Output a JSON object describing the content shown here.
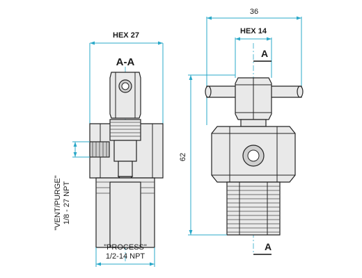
{
  "labels": {
    "hex27": "HEX 27",
    "section": "A-A",
    "vent_line1": "\"VENT/PURGE\"",
    "vent_line2": "1/8 - 27 NPT",
    "process_line1": "\"PROCESS\"",
    "process_line2": "1/2-14 NPT",
    "dim36": "36",
    "hex14": "HEX 14",
    "cut_top": "A",
    "dim62": "62",
    "cut_bottom": "A"
  },
  "colors": {
    "dimension": "#2aa8c8",
    "outline": "#222222",
    "body_fill": "#e9e9e9",
    "text": "#1a1a1a"
  }
}
